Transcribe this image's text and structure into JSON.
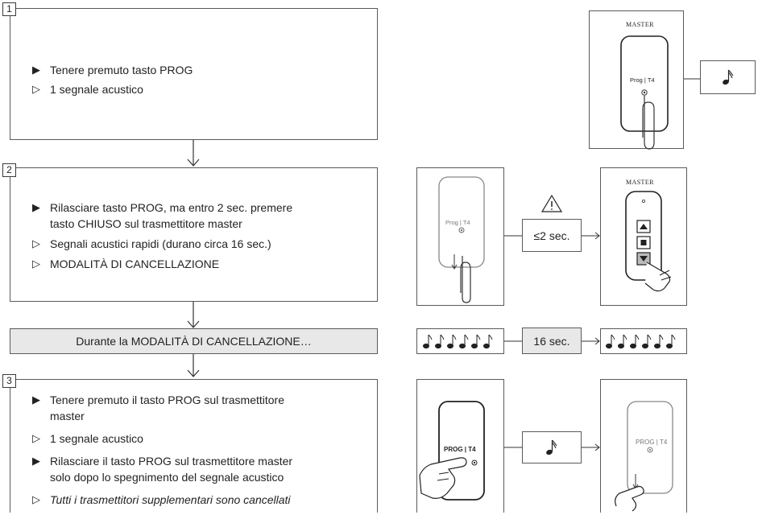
{
  "steps": [
    {
      "number": "1",
      "lines": [
        {
          "marker": "▶",
          "text": "Tenere premuto tasto PROG"
        },
        {
          "marker": "▷",
          "text": "1 segnale acustico"
        }
      ]
    },
    {
      "number": "2",
      "lines": [
        {
          "marker": "▶",
          "text": "Rilasciare tasto PROG, ma entro 2 sec. premere"
        },
        {
          "marker": "",
          "text": "tasto CHIUSO sul trasmettitore master"
        },
        {
          "marker": "▷",
          "text": "Segnali acustici rapidi (durano circa 16 sec.)"
        },
        {
          "marker": "▷",
          "text": "MODALITÀ DI CANCELLAZIONE"
        }
      ]
    },
    {
      "number": "3",
      "lines": [
        {
          "marker": "▶",
          "text": "Tenere premuto il tasto PROG sul trasmettitore"
        },
        {
          "marker": "",
          "text": "master"
        },
        {
          "marker": "▷",
          "text": "1 segnale acustico"
        },
        {
          "marker": "▶",
          "text": "Rilasciare il tasto PROG sul trasmettitore master"
        },
        {
          "marker": "",
          "text": "solo dopo lo spegnimento del segnale acustico"
        },
        {
          "marker": "▷",
          "text": "Tutti i trasmettitori supplementari sono cancellati"
        }
      ]
    }
  ],
  "band_text": "Durante la MODALITÀ DI CANCELLAZIONE…",
  "figures": {
    "master_label": "MASTER",
    "prog_t4_1": "Prog | T4",
    "prog_t4_2": "Prog | T4",
    "prog_t4_3": "PROG | T4",
    "prog_t4_4": "PROG | T4",
    "timing_2sec": "≤2 sec.",
    "timing_16sec": "16 sec."
  },
  "icons": [
    "music-note-icon",
    "warning-triangle-icon",
    "up-arrow-icon",
    "stop-icon",
    "down-arrow-icon",
    "hand-icon",
    "paperclip-icon"
  ]
}
